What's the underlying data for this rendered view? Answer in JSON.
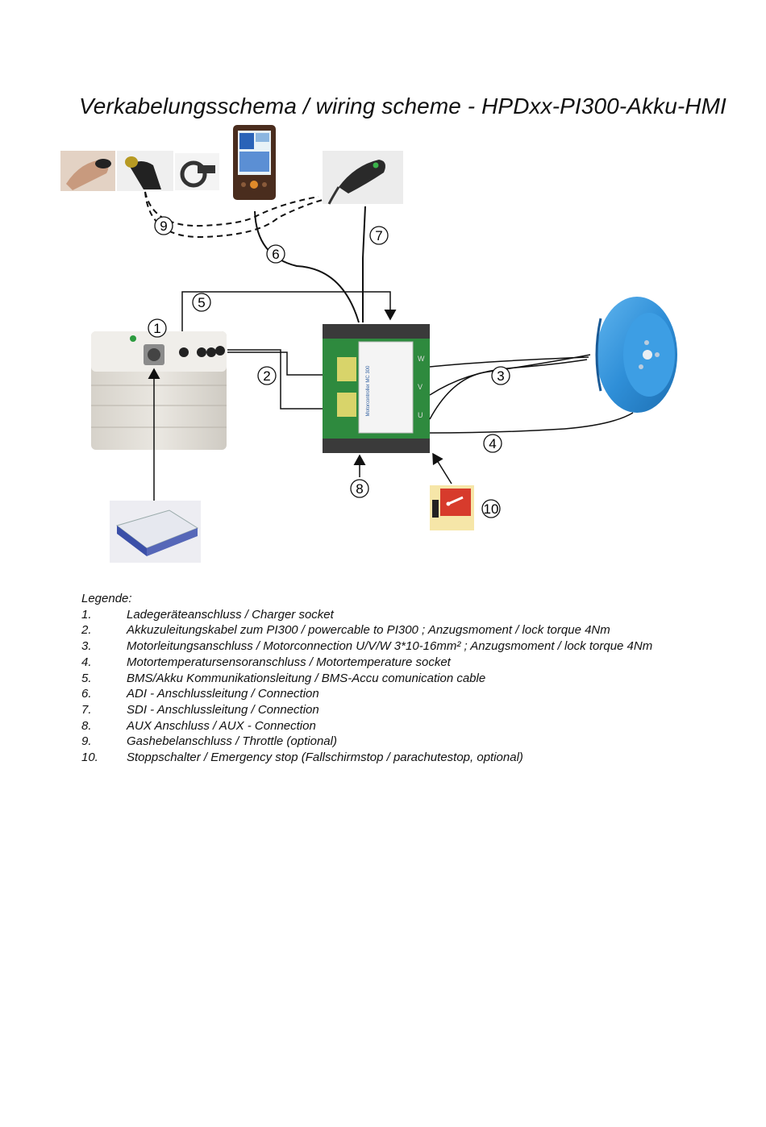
{
  "title": "Verkabelungsschema / wiring scheme - HPDxx-PI300-Akku-HMI",
  "controller_label": "Motorcontroller MC 300",
  "phase_labels": [
    "W",
    "V",
    "U"
  ],
  "callouts": [
    "1",
    "2",
    "3",
    "4",
    "5",
    "6",
    "7",
    "8",
    "9",
    "10"
  ],
  "legend": {
    "heading": "Legende:",
    "items": [
      {
        "num": "1.",
        "text": "Ladegeräteanschluss / Charger socket"
      },
      {
        "num": "2.",
        "text": "Akkuzuleitungskabel zum PI300 / powercable to PI300 ; Anzugsmoment / lock torque 4Nm"
      },
      {
        "num": "3.",
        "text": "Motorleitungsanschluss / Motorconnection U/V/W 3*10-16mm² ; Anzugsmoment / lock torque 4Nm"
      },
      {
        "num": "4.",
        "text": "Motortemperatursensoranschluss /  Motortemperature socket"
      },
      {
        "num": "5.",
        "text": "BMS/Akku Kommunikationsleitung / BMS-Accu comunication cable"
      },
      {
        "num": "6.",
        "text": "ADI - Anschlussleitung / Connection"
      },
      {
        "num": "7.",
        "text": "SDI - Anschlussleitung / Connection"
      },
      {
        "num": "8.",
        "text": "AUX Anschluss / AUX - Connection"
      },
      {
        "num": "9.",
        "text": "Gashebelanschluss / Throttle (optional)"
      },
      {
        "num": "10.",
        "text": "Stoppschalter / Emergency stop (Fallschirmstop / parachutestop, optional)"
      }
    ]
  }
}
